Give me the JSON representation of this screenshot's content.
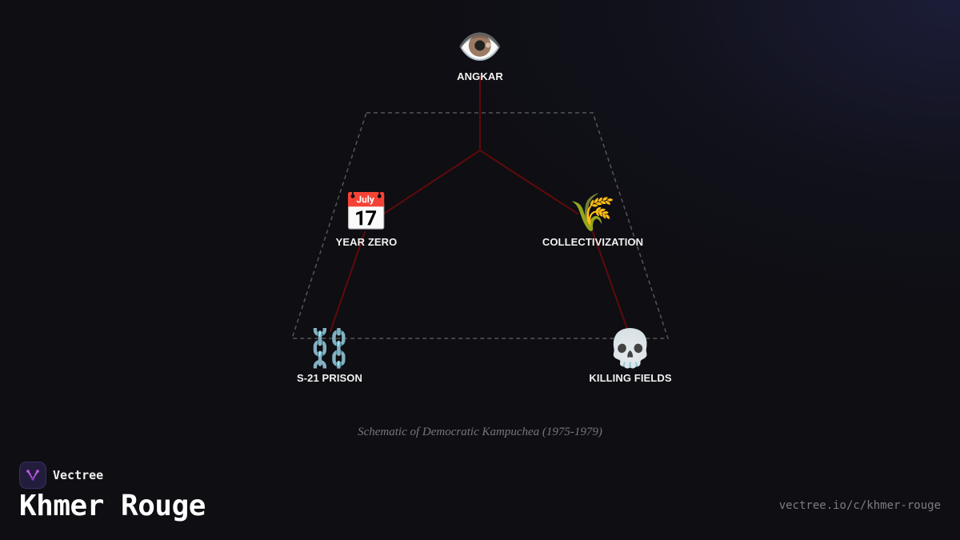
{
  "diagram": {
    "nodes": [
      {
        "id": "angkar",
        "icon": "eye-icon",
        "emoji": "👁️",
        "label": "ANGKAR"
      },
      {
        "id": "year-zero",
        "icon": "calendar-icon",
        "emoji": "📅",
        "label": "YEAR ZERO"
      },
      {
        "id": "collectivization",
        "icon": "rice-sheaf-icon",
        "emoji": "🌾",
        "label": "COLLECTIVIZATION"
      },
      {
        "id": "s21-prison",
        "icon": "chains-icon",
        "emoji": "⛓️",
        "label": "S-21 PRISON"
      },
      {
        "id": "killing-fields",
        "icon": "skull-icon",
        "emoji": "💀",
        "label": "KILLING FIELDS"
      }
    ],
    "edges": [
      {
        "from": "angkar",
        "to": "year-zero"
      },
      {
        "from": "angkar",
        "to": "collectivization"
      },
      {
        "from": "year-zero",
        "to": "s21-prison"
      },
      {
        "from": "collectivization",
        "to": "killing-fields"
      }
    ],
    "edge_color": "#5a0b0b",
    "outline_color": "#55555c",
    "caption": "Schematic of Democratic Kampuchea (1975-1979)"
  },
  "footer": {
    "brand_name": "Vectree",
    "title": "Khmer Rouge",
    "url": "vectree.io/c/khmer-rouge"
  },
  "colors": {
    "background": "#0e0e13",
    "brand_accent": "#b04cd8"
  }
}
